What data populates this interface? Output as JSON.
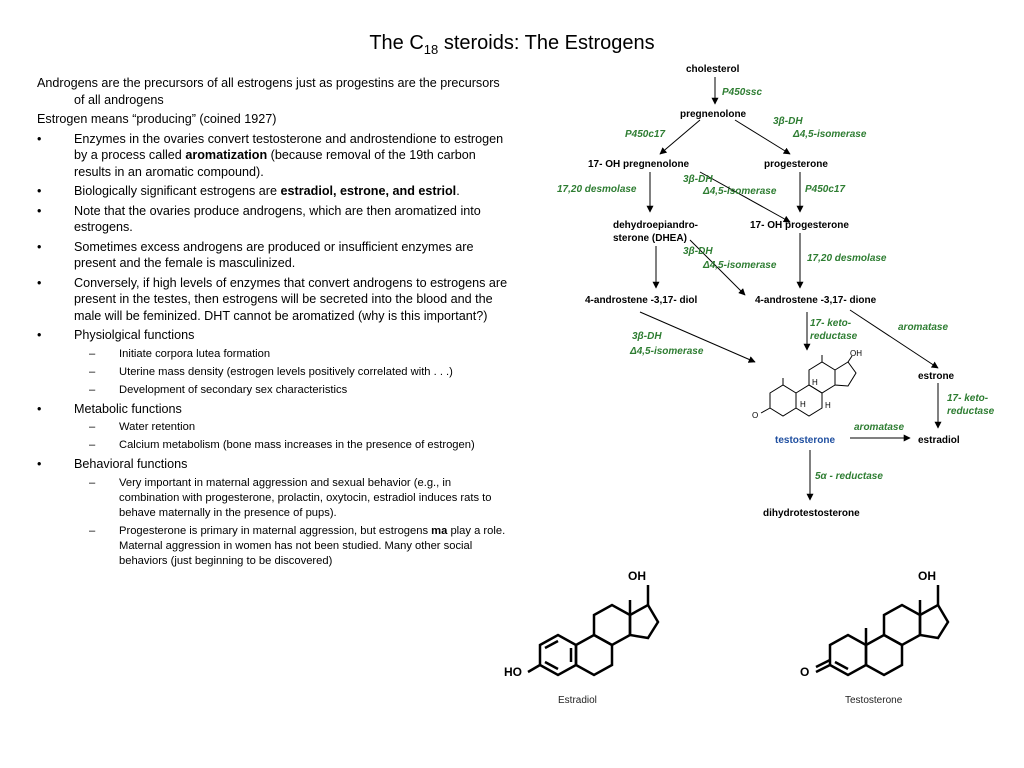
{
  "title": {
    "main": "The C",
    "sub": "18",
    "rest": " steroids: The Estrogens"
  },
  "text": {
    "p1": "Androgens are the precursors of all estrogens just as progestins are the precursors of all androgens",
    "p2": "Estrogen means “producing” (coined 1927)",
    "b1_pre": "Enzymes in the ovaries convert testosterone and androstendione to estrogen by a process called ",
    "b1_bold": "aromatization",
    "b1_post": " (because removal of the 19th carbon results in an aromatic compound).",
    "b2_pre": "Biologically significant estrogens are ",
    "b2_bold": "estradiol, estrone, and estriol",
    "b2_post": ".",
    "b3": "Note that the ovaries produce androgens, which are then aromatized into estrogens.",
    "b4": "Sometimes excess androgens are produced or insufficient enzymes are present and the female is masculinized.",
    "b5": "Conversely, if high levels of enzymes that convert androgens to estrogens are present in the testes, then estrogens will be secreted into the blood and the male will be feminized.  DHT cannot be aromatized (why is this important?)",
    "b6": "Physiolgical functions",
    "b6s1": "Initiate corpora lutea formation",
    "b6s2": "Uterine mass density (estrogen levels positively correlated with . . .)",
    "b6s3": "Development of secondary sex characteristics",
    "b7": "Metabolic functions",
    "b7s1": "Water retention",
    "b7s2": "Calcium metabolism (bone mass increases in the presence of estrogen)",
    "b8": "Behavioral functions",
    "b8s1": "Very important in maternal aggression and sexual behavior (e.g., in combination with progesterone, prolactin, oxytocin, estradiol induces rats to behave maternally in the presence of pups).",
    "b8s2_pre": "Progesterone is primary in maternal aggression, but estrogens ",
    "b8s2_bold": "ma",
    "b8s2_post": " play a role.  Maternal aggression in women has not been studied.  Many other social behaviors (just beginning to be discovered)"
  },
  "pathway": {
    "cholesterol": "cholesterol",
    "p450scc": "P450ssc",
    "pregnenolone": "pregnenolone",
    "p450c17_a": "P450c17",
    "dh_a": "3β-DH",
    "iso_a": "Δ4,5-isomerase",
    "oh_preg": "17- OH pregnenolone",
    "progesterone": "progesterone",
    "desmolase_a": "17,20 desmolase",
    "dh_b": "3β-DH",
    "iso_b": "Δ4,5-isomerase",
    "p450c17_b": "P450c17",
    "dhea_1": "dehydroepiandro-",
    "dhea_2": "sterone (DHEA)",
    "oh_prog": "17- OH progesterone",
    "dh_c": "3β-DH",
    "iso_c": "Δ4,5-isomerase",
    "desmolase_b": "17,20 desmolase",
    "diol": "4-androstene -3,17- diol",
    "dione": "4-androstene -3,17- dione",
    "keto_a1": "17- keto-",
    "keto_a2": "reductase",
    "aromatase_a": "aromatase",
    "dh_d": "3β-DH",
    "iso_d": "Δ4,5-isomerase",
    "estrone": "estrone",
    "keto_b1": "17- keto-",
    "keto_b2": "reductase",
    "aromatase_b": "aromatase",
    "testosterone": "testosterone",
    "estradiol": "estradiol",
    "reductase5": "5α - reductase",
    "dht": "dihydrotestosterone"
  },
  "structures": {
    "estradiol_caption": "Estradiol",
    "testosterone_caption": "Testosterone",
    "oh": "OH",
    "ho": "HO",
    "o": "O",
    "h": "H"
  }
}
